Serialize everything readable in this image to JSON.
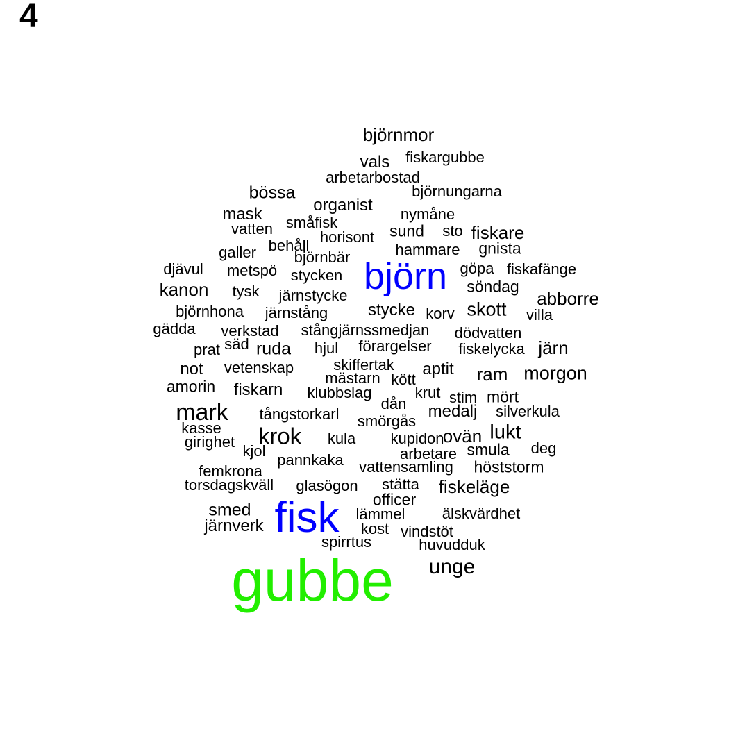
{
  "panel_label": "4",
  "colors": {
    "default": "#000000",
    "top1": "#22ee00",
    "top2": "#0000ff"
  },
  "words": [
    {
      "text": "gubbe",
      "color": "#22ee00"
    },
    {
      "text": "fisk",
      "color": "#0000ff"
    },
    {
      "text": "björn",
      "color": "#0000ff"
    },
    {
      "text": "björnmor"
    },
    {
      "text": "vals"
    },
    {
      "text": "fiskargubbe"
    },
    {
      "text": "arbetarbostad"
    },
    {
      "text": "bössa"
    },
    {
      "text": "björnungarna"
    },
    {
      "text": "organist"
    },
    {
      "text": "mask"
    },
    {
      "text": "nymåne"
    },
    {
      "text": "småfisk"
    },
    {
      "text": "vatten"
    },
    {
      "text": "sund"
    },
    {
      "text": "sto"
    },
    {
      "text": "fiskare"
    },
    {
      "text": "horisont"
    },
    {
      "text": "behåll"
    },
    {
      "text": "hammare"
    },
    {
      "text": "gnista"
    },
    {
      "text": "galler"
    },
    {
      "text": "björnbär"
    },
    {
      "text": "djävul"
    },
    {
      "text": "metspö"
    },
    {
      "text": "göpa"
    },
    {
      "text": "fiskafänge"
    },
    {
      "text": "stycken"
    },
    {
      "text": "kanon"
    },
    {
      "text": "söndag"
    },
    {
      "text": "tysk"
    },
    {
      "text": "järnstycke"
    },
    {
      "text": "abborre"
    },
    {
      "text": "björnhona"
    },
    {
      "text": "järnstång"
    },
    {
      "text": "stycke"
    },
    {
      "text": "korv"
    },
    {
      "text": "skott"
    },
    {
      "text": "villa"
    },
    {
      "text": "gädda"
    },
    {
      "text": "verkstad"
    },
    {
      "text": "stångjärnssmedjan"
    },
    {
      "text": "dödvatten"
    },
    {
      "text": "säd"
    },
    {
      "text": "prat"
    },
    {
      "text": "ruda"
    },
    {
      "text": "hjul"
    },
    {
      "text": "förargelser"
    },
    {
      "text": "fiskelycka"
    },
    {
      "text": "järn"
    },
    {
      "text": "skiffertak"
    },
    {
      "text": "not"
    },
    {
      "text": "vetenskap"
    },
    {
      "text": "aptit"
    },
    {
      "text": "ram"
    },
    {
      "text": "morgon"
    },
    {
      "text": "mästarn"
    },
    {
      "text": "kött"
    },
    {
      "text": "amorin"
    },
    {
      "text": "fiskarn"
    },
    {
      "text": "klubbslag"
    },
    {
      "text": "krut"
    },
    {
      "text": "stim"
    },
    {
      "text": "mört"
    },
    {
      "text": "dån"
    },
    {
      "text": "mark"
    },
    {
      "text": "tångstorkarl"
    },
    {
      "text": "medalj"
    },
    {
      "text": "silverkula"
    },
    {
      "text": "smörgås"
    },
    {
      "text": "kasse"
    },
    {
      "text": "krok"
    },
    {
      "text": "kula"
    },
    {
      "text": "kupidon"
    },
    {
      "text": "ovän"
    },
    {
      "text": "lukt"
    },
    {
      "text": "girighet"
    },
    {
      "text": "deg"
    },
    {
      "text": "kjol"
    },
    {
      "text": "smula"
    },
    {
      "text": "arbetare"
    },
    {
      "text": "pannkaka"
    },
    {
      "text": "femkrona"
    },
    {
      "text": "vattensamling"
    },
    {
      "text": "höststorm"
    },
    {
      "text": "torsdagskväll"
    },
    {
      "text": "glasögon"
    },
    {
      "text": "stätta"
    },
    {
      "text": "fiskeläge"
    },
    {
      "text": "officer"
    },
    {
      "text": "smed"
    },
    {
      "text": "lämmel"
    },
    {
      "text": "älskvärdhet"
    },
    {
      "text": "järnverk"
    },
    {
      "text": "kost"
    },
    {
      "text": "vindstöt"
    },
    {
      "text": "spirrtus"
    },
    {
      "text": "huvudduk"
    },
    {
      "text": "unge"
    }
  ]
}
